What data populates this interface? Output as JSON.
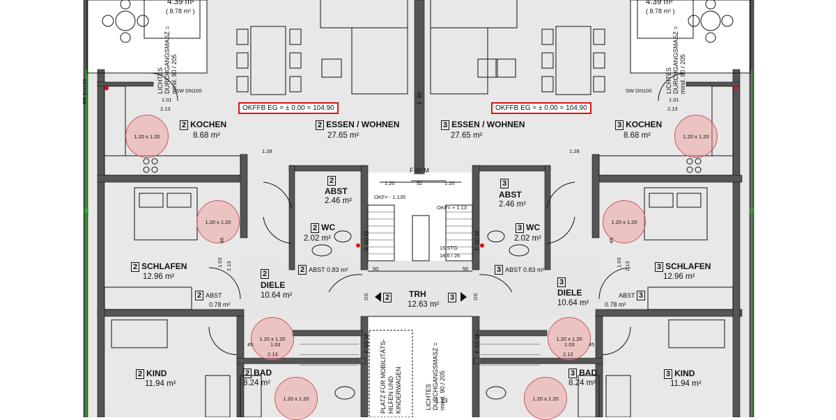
{
  "plan": {
    "left_unit": {
      "number": "2",
      "rooms": {
        "kochen": {
          "name": "KOCHEN",
          "area": "8.68 m²"
        },
        "essen": {
          "name": "ESSEN / WOHNEN",
          "area": "27.65 m²"
        },
        "abst": {
          "name": "ABST",
          "area": "2.46 m²"
        },
        "wc": {
          "name": "WC",
          "area": "2.02 m²"
        },
        "abst_small": {
          "name": "ABST",
          "area": "0.83 m²"
        },
        "schlafen": {
          "name": "SCHLAFEN",
          "area": "12.96 m²"
        },
        "diele": {
          "name": "DIELE",
          "area": "10.64 m²"
        },
        "abst_wardrobe": {
          "name": "ABST",
          "area": "0.78 m²"
        },
        "kind": {
          "name": "KIND",
          "area": "11.94 m²"
        },
        "bad": {
          "name": "BAD",
          "area": "8.24 m²"
        },
        "balcony_area": "4.39 m²",
        "balcony_area2": "( 8.78 m² )"
      }
    },
    "right_unit": {
      "number": "3",
      "rooms": {
        "kochen": {
          "name": "KOCHEN",
          "area": "8.68 m²"
        },
        "essen": {
          "name": "ESSEN / WOHNEN",
          "area": "27.65 m²"
        },
        "abst": {
          "name": "ABST",
          "area": "2.46 m²"
        },
        "wc": {
          "name": "WC",
          "area": "2.02 m²"
        },
        "abst_small": {
          "name": "ABST",
          "area": "0.83 m²"
        },
        "schlafen": {
          "name": "SCHLAFEN",
          "area": "12.96 m²"
        },
        "diele": {
          "name": "DIELE",
          "area": "10.64 m²"
        },
        "abst_wardrobe": {
          "name": "ABST",
          "area": "0.78 m²"
        },
        "kind": {
          "name": "KIND",
          "area": "11.94 m²"
        },
        "bad": {
          "name": "BAD",
          "area": "8.24 m²"
        },
        "balcony_area": "4.39 m²",
        "balcony_area2": "( 8.78 m² )"
      }
    },
    "stair": {
      "trh_name": "TRH",
      "trh_area": "12.63 m²",
      "nav_left": "2",
      "nav_right": "3",
      "f60": "F 60 M",
      "f90": "F 90",
      "stg": "15 STG",
      "stg_dim": "18.6 / 26",
      "okf_minus": "OKF= - 1.135",
      "okf_plus": "OKF= + 1.13",
      "dim_120a": "1.20",
      "dim_52": "52",
      "dim_120b": "1.20",
      "platz": "PLATZ FÜR MOBILITÄTS-HILFEN UND KINDERWAGEN",
      "lichtes": "LICHTES DURCHGANGSMASZ = mind. 90 / 205",
      "dim_113": "1.13"
    },
    "okffb_label": "OKFFB EG = ± 0.00  = 104.90",
    "circle_label": "1.20 x 1.20",
    "balcony_lichtes": "LICHTES DURCHGANGSMASZ = mind. 90 / 205",
    "sw_dn": "SW DN100",
    "rr_dn": "RR DN100",
    "dims": {
      "d101": "1.01",
      "d213": "2.13",
      "d128": "1.28",
      "d45": "45",
      "d103": "1.03",
      "d50": "50",
      "ds": "DS"
    }
  }
}
